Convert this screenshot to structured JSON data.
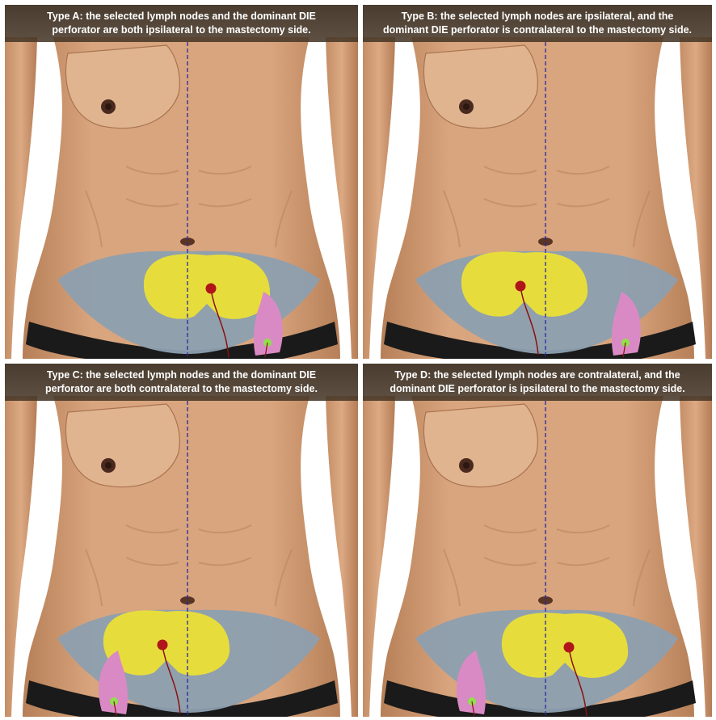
{
  "colors": {
    "background": "#ffffff",
    "skin": "#d9a57e",
    "skin_shadow": "#b67f57",
    "caption_bg": "#3d2e20",
    "midline": "#2a2aa0",
    "abdominal_flap": "#8d9fb0",
    "perforator_zone": "#e6dd3c",
    "perforator": "#b0151a",
    "lymph_node_flap": "#d98ac4",
    "lymph_node": "#8fe04a",
    "underwear": "#1a1a1a"
  },
  "panels": [
    {
      "id": "type-a",
      "caption_line1": "Type A: the selected lymph nodes and the dominant DIE",
      "caption_line2": "perforator are both ipsilateral to the mastectomy side.",
      "perforator_side": "right",
      "lymph_node_side": "right"
    },
    {
      "id": "type-b",
      "caption_line1": "Type B: the selected lymph nodes are ipsilateral, and the",
      "caption_line2": "dominant DIE perforator is contralateral to the mastectomy side.",
      "perforator_side": "left",
      "lymph_node_side": "right"
    },
    {
      "id": "type-c",
      "caption_line1": "Type C: the selected lymph nodes and the dominant DIE",
      "caption_line2": "perforator are both contralateral to the mastectomy side.",
      "perforator_side": "left",
      "lymph_node_side": "left"
    },
    {
      "id": "type-d",
      "caption_line1": "Type D: the selected lymph nodes are contralateral, and the",
      "caption_line2": "dominant DIE perforator is ipsilateral to the mastectomy side.",
      "perforator_side": "right",
      "lymph_node_side": "left"
    }
  ]
}
